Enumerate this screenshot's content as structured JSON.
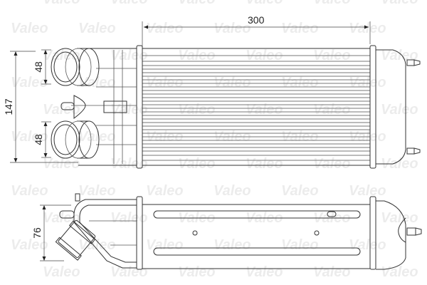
{
  "drawing": {
    "subject": "intercooler technical drawing",
    "watermark_text": "Valeo",
    "colors": {
      "line": "#333333",
      "watermark": "#ececec",
      "background": "#ffffff"
    },
    "top_view": {
      "dimensions": {
        "width_label": "300",
        "total_height_label": "147",
        "upper_pipe_label": "48",
        "lower_pipe_label": "48"
      }
    },
    "side_view": {
      "dimensions": {
        "pipe_label": "76"
      }
    }
  }
}
